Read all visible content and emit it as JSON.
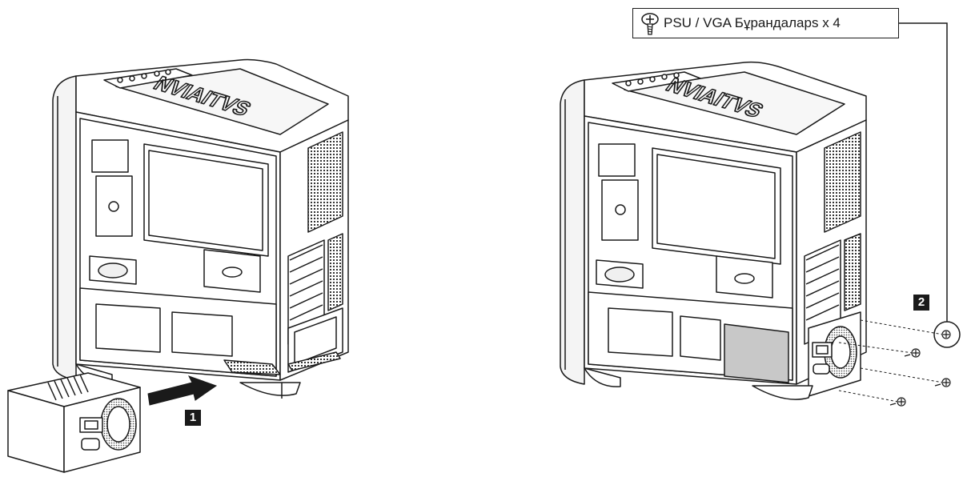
{
  "steps": [
    {
      "number": "1"
    },
    {
      "number": "2"
    }
  ],
  "callout": {
    "label": "PSU / VGA Бұрандаларs x 4",
    "icon": "screw-icon"
  },
  "colors": {
    "line": "#1a1a1a",
    "psu_panel": "#c8c8c8",
    "background": "#ffffff"
  },
  "screw_count": 4
}
